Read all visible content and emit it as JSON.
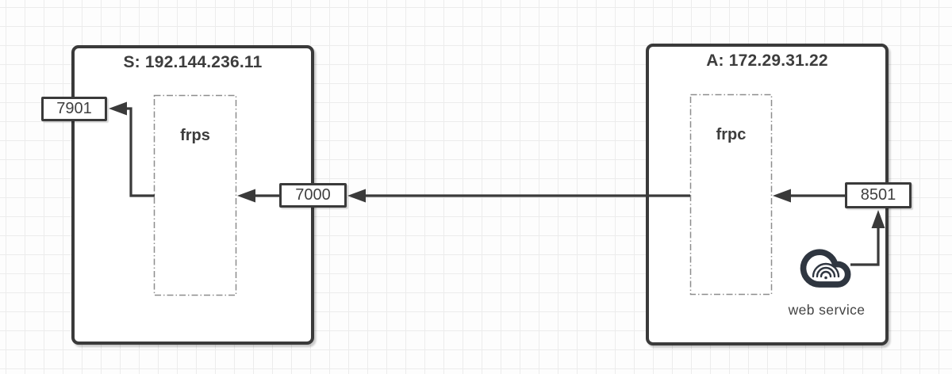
{
  "server": {
    "title": "S: 192.144.236.11",
    "process_label": "frps",
    "dashboard_port": "7901",
    "bind_port": "7000"
  },
  "client": {
    "title": "A: 172.29.31.22",
    "process_label": "frpc",
    "local_port": "8501",
    "service_label": "web service"
  },
  "icons": {
    "cloud": "cloud-wifi-icon"
  },
  "colors": {
    "stroke": "#3a3a3a",
    "text": "#3d3d3d",
    "dashed_stroke": "#8d8d8d",
    "grid_line": "#ececec",
    "background": "#fdfdfd",
    "shape_fill": "#ffffff"
  }
}
